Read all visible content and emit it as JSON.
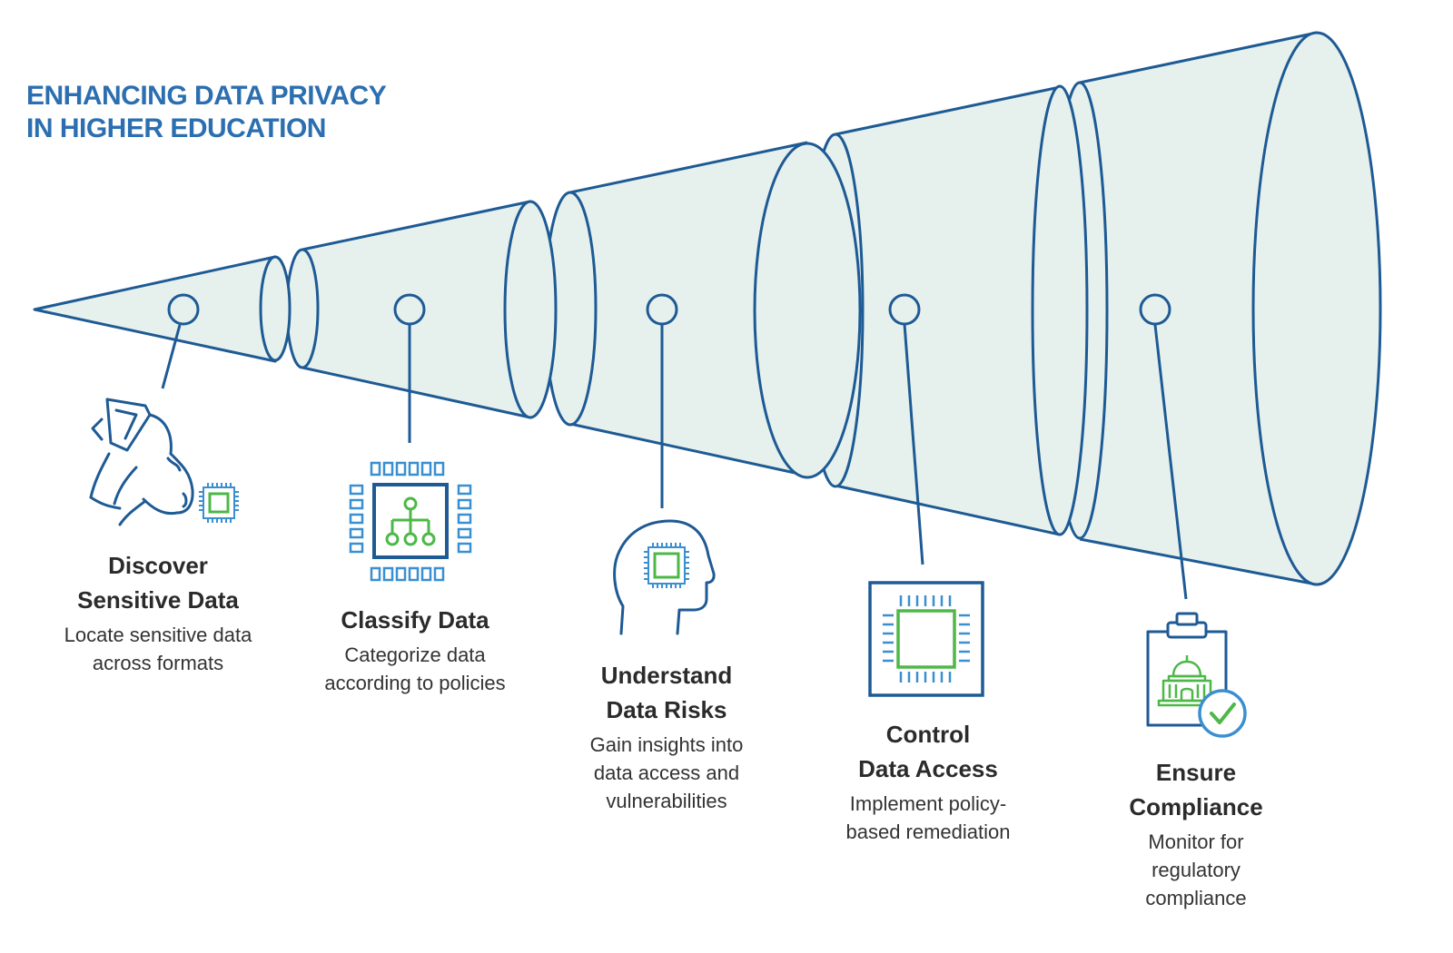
{
  "title": {
    "line1": "ENHANCING DATA PRIVACY",
    "line2": "IN HIGHER EDUCATION"
  },
  "colors": {
    "outline": "#1e5a94",
    "cone_fill": "#e6f1ee",
    "title": "#2c6fb0",
    "icon_blue": "#3a8fd0",
    "icon_green": "#4db848",
    "text": "#2b2b2b"
  },
  "steps": [
    {
      "title_lines": [
        "Discover",
        "Sensitive Data"
      ],
      "desc_lines": [
        "Locate sensitive data",
        "across formats"
      ],
      "icon": "dog-with-chip-icon"
    },
    {
      "title_lines": [
        "Classify Data"
      ],
      "desc_lines": [
        "Categorize data",
        "according to policies"
      ],
      "icon": "chip-hierarchy-icon"
    },
    {
      "title_lines": [
        "Understand",
        "Data Risks"
      ],
      "desc_lines": [
        "Gain insights into",
        "data access and",
        "vulnerabilities"
      ],
      "icon": "head-with-chip-icon"
    },
    {
      "title_lines": [
        "Control",
        "Data Access"
      ],
      "desc_lines": [
        "Implement policy-",
        "based remediation"
      ],
      "icon": "processor-chip-icon"
    },
    {
      "title_lines": [
        "Ensure",
        "Compliance"
      ],
      "desc_lines": [
        "Monitor for",
        "regulatory",
        "compliance"
      ],
      "icon": "clipboard-capitol-check-icon"
    }
  ]
}
